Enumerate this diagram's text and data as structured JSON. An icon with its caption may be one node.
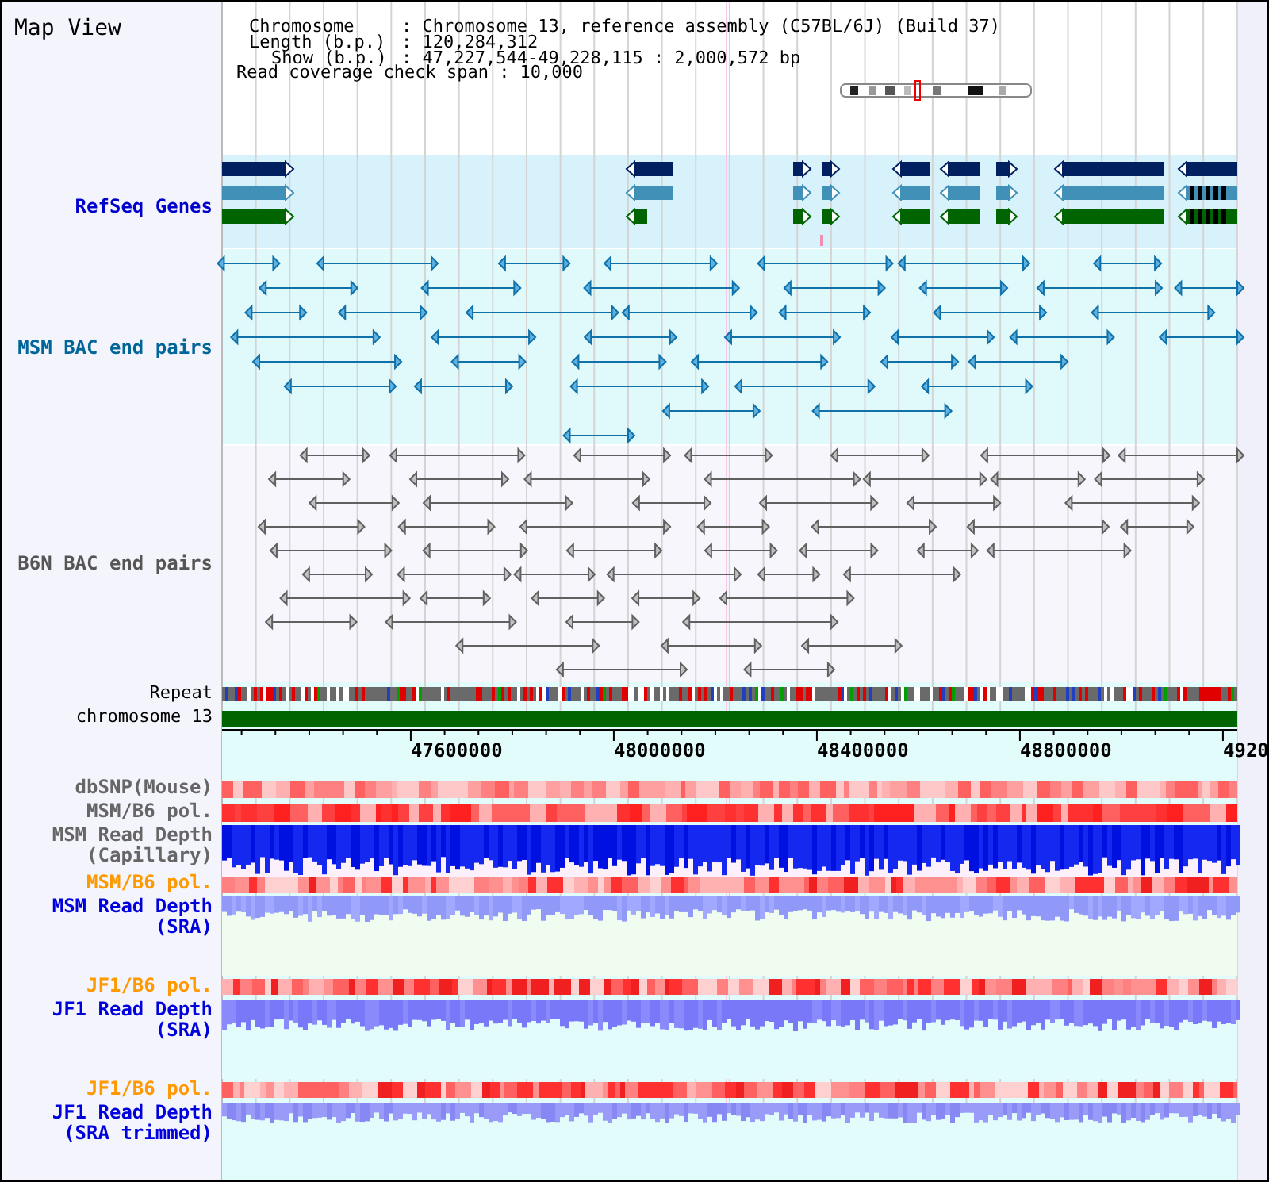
{
  "diagram": {
    "title": "Map View",
    "labels": [
      "Chromosome",
      ": Chromosome 13, reference assembly (C57BL/6J) (Build 37)",
      "Length (b.p.)",
      ": 120,284,312",
      "Show (b.p.)",
      ": 47,227,544-49,228,115 : 2,000,572 bp",
      "Read coverage check span : 10,000",
      "RefSeq Genes",
      "MSM BAC end pairs",
      "B6N BAC end pairs",
      "Repeat",
      "chromosome 13",
      "47600000",
      "48000000",
      "48400000",
      "48800000",
      "4920",
      "dbSNP(Mouse)",
      "MSM/B6 pol.",
      "MSM Read Depth (Capillary)",
      "MSM/B6 pol.",
      "MSM Read Depth (SRA)",
      "JF1/B6 pol.",
      "JF1 Read Depth (SRA)",
      "JF1/B6 pol.",
      "JF1 Read Depth (SRA trimmed)"
    ]
  }
}
